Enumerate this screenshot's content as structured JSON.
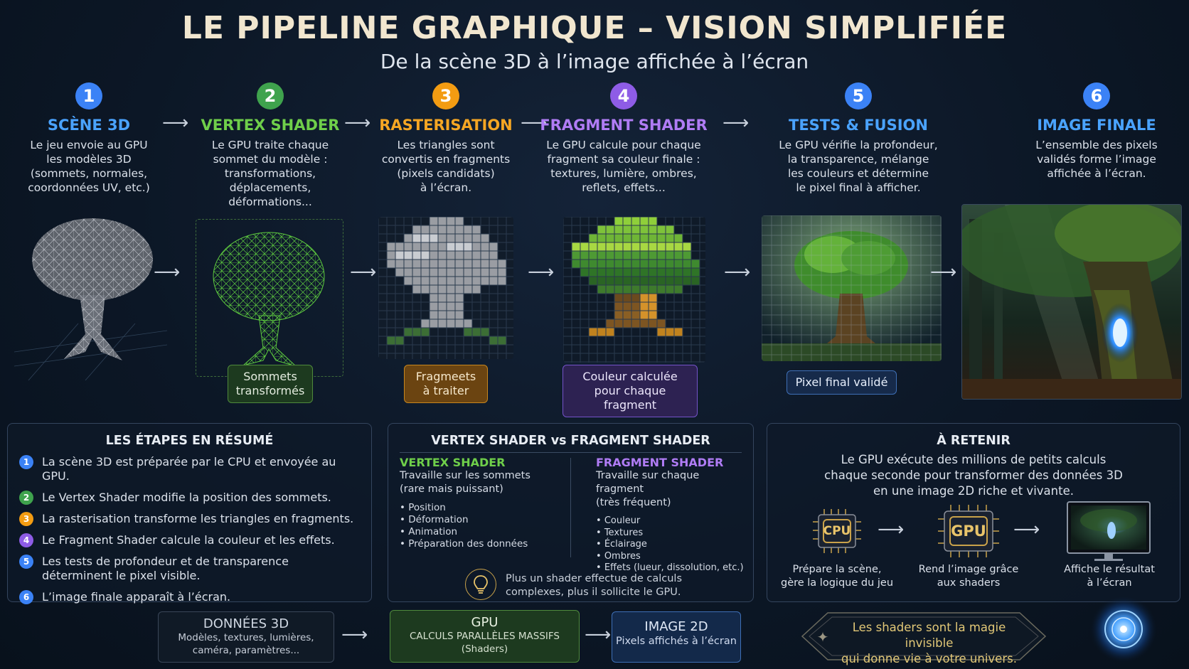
{
  "header": {
    "title": "LE PIPELINE GRAPHIQUE – VISION SIMPLIFIÉE",
    "subtitle": "De la scène 3D à l’image affichée à l’écran"
  },
  "colors": {
    "step1": "#3b82f6",
    "step2": "#3fa34d",
    "step3": "#f39c12",
    "step4": "#8e5ce6",
    "step5": "#3b82f6",
    "step6": "#3b82f6"
  },
  "steps": [
    {
      "number": "1",
      "title": "SCÈNE 3D",
      "desc": [
        "Le jeu envoie au GPU",
        "les modèles 3D",
        "(sommets, normales,",
        "coordonnées UV, etc.)"
      ]
    },
    {
      "number": "2",
      "title": "VERTEX SHADER",
      "desc": [
        "Le GPU traite chaque",
        "sommet du modèle :",
        "transformations,",
        "déplacements,",
        "déformations..."
      ],
      "tag": [
        "Sommets",
        "transformés"
      ]
    },
    {
      "number": "3",
      "title": "RASTERISATION",
      "desc": [
        "Les triangles sont",
        "convertis en fragments",
        "(pixels candidats)",
        "à l’écran."
      ],
      "tag": [
        "Fragmeets",
        "à traiter"
      ]
    },
    {
      "number": "4",
      "title": "FRAGMENT SHADER",
      "desc": [
        "Le GPU calcule pour chaque",
        "fragment sa couleur finale :",
        "textures, lumière, ombres,",
        "reflets, effets..."
      ],
      "tag": [
        "Couleur calculée",
        "pour chaque fragment"
      ]
    },
    {
      "number": "5",
      "title": "TESTS & FUSION",
      "desc": [
        "Le GPU vérifie la profondeur,",
        "la transparence, mélange",
        "les couleurs et détermine",
        "le pixel final à afficher."
      ],
      "tag": [
        "Pixel final validé"
      ]
    },
    {
      "number": "6",
      "title": "IMAGE FINALE",
      "desc": [
        "L’ensemble des pixels",
        "validés forme l’image",
        "affichée à l’écran."
      ]
    }
  ],
  "summary": {
    "title": "LES ÉTAPES EN RÉSUMÉ",
    "items": [
      {
        "num": "1",
        "text": "La scène 3D est préparée par le CPU et envoyée au GPU."
      },
      {
        "num": "2",
        "text": "Le Vertex Shader modifie la position des sommets."
      },
      {
        "num": "3",
        "text": "La rasterisation transforme les triangles en fragments."
      },
      {
        "num": "4",
        "text": "Le Fragment Shader calcule la couleur et les effets."
      },
      {
        "num": "5",
        "text": "Les tests de profondeur et de transparence déterminent le pixel visible."
      },
      {
        "num": "6",
        "text": "L’image finale apparaît à l’écran."
      }
    ]
  },
  "comparison": {
    "title": "VERTEX SHADER vs FRAGMENT SHADER",
    "vertex": {
      "title": "VERTEX SHADER",
      "sub": [
        "Travaille sur les sommets",
        "(rare mais puissant)"
      ],
      "bullets": [
        "Position",
        "Déformation",
        "Animation",
        "Préparation des données"
      ]
    },
    "fragment": {
      "title": "FRAGMENT SHADER",
      "sub": [
        "Travaille sur chaque fragment",
        "(très fréquent)"
      ],
      "bullets": [
        "Couleur",
        "Textures",
        "Éclairage",
        "Ombres",
        "Effets (lueur, dissolution, etc.)"
      ]
    },
    "tip": [
      "Plus un shader effectue de calculs",
      "complexes, plus il sollicite le GPU."
    ]
  },
  "remember": {
    "title": "À RETENIR",
    "text": [
      "Le GPU exécute des millions de petits calculs",
      "chaque seconde pour transformer des données 3D",
      "en une image 2D riche et vivante."
    ],
    "cpu_label": "CPU",
    "gpu_label": "GPU",
    "cpu_caption": [
      "Prépare la scène,",
      "gère la logique du jeu"
    ],
    "gpu_caption": [
      "Rend l’image grâce",
      "aux shaders"
    ],
    "screen_caption": [
      "Affiche le résultat",
      "à l’écran"
    ]
  },
  "bottom": {
    "data3d": {
      "title": "DONNÉES 3D",
      "sub": [
        "Modèles, textures, lumières,",
        "caméra, paramètres..."
      ]
    },
    "gpu": {
      "title": "GPU",
      "sub": [
        "CALCULS PARALLÈLES MASSIFS",
        "(Shaders)"
      ]
    },
    "image2d": {
      "title": "IMAGE 2D",
      "sub": [
        "Pixels affichés à l’écran"
      ]
    },
    "magic": [
      "Les shaders sont la magie invisible",
      "qui donne vie à votre univers."
    ]
  }
}
